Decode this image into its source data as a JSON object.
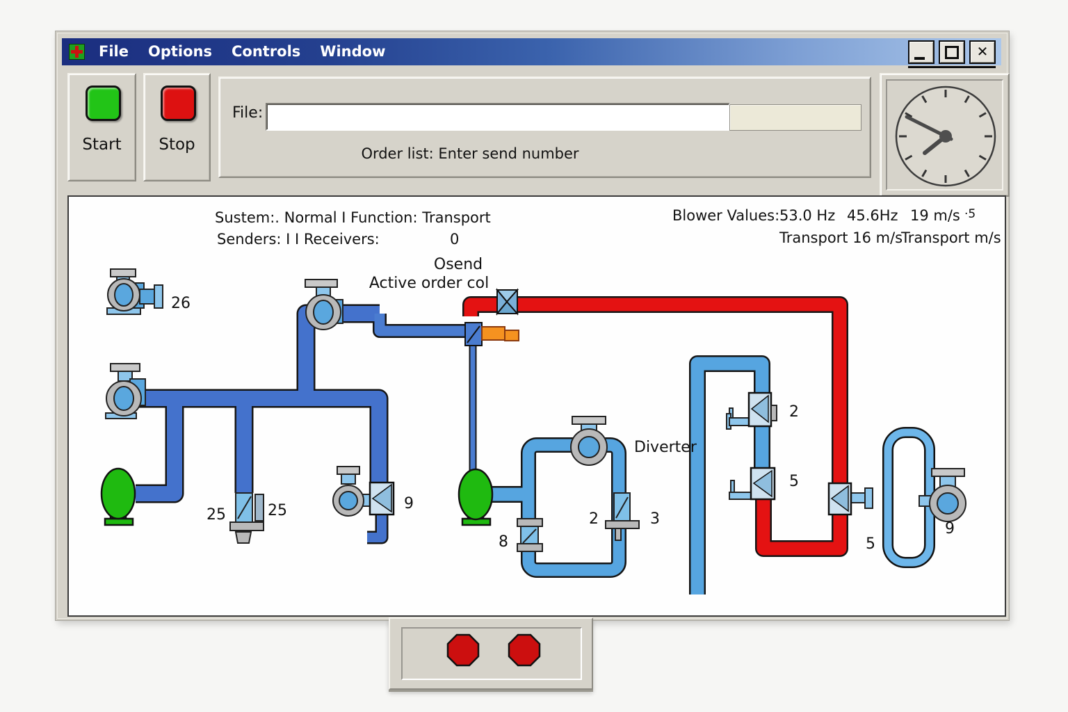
{
  "menu": {
    "items": [
      {
        "label": "File"
      },
      {
        "label": "Options"
      },
      {
        "label": "Controls"
      },
      {
        "label": "Window"
      }
    ]
  },
  "window_controls": {
    "minimize_icon": "minimize-icon",
    "maximize_icon": "maximize-icon",
    "close_icon": "close-icon",
    "close_glyph": "✕"
  },
  "toolbar": {
    "start": {
      "label": "Start"
    },
    "stop": {
      "label": "Stop"
    },
    "file": {
      "label": "File:",
      "value": ""
    },
    "order_hint": "Order list: Enter send number"
  },
  "status": {
    "system_line": "Sustem:. Normal I Function: Transport",
    "senders_line": "Senders:  I I Receivers:",
    "receivers_value": "0",
    "blower_label": "Blower Values:",
    "blower_freq1": "53.0 Hz",
    "blower_freq2": "45.6Hz",
    "blower_speed": "19 m/s",
    "blower_speed_extra": "·5̄",
    "transport_line1": "Transport 16 m/s",
    "transport_line2": "Transport m/s"
  },
  "diagram": {
    "labels": {
      "osend": "Osend",
      "active_order": "Active order col",
      "diverter": "Diverter",
      "blower_26": "26",
      "valve_25_left": "25",
      "valve_25_right": "25",
      "valve_9_left": "9",
      "valve_8": "8",
      "valve_2_loop": "2",
      "valve_3_loop": "3",
      "valve_2_right": "2",
      "valve_5_right": "5",
      "valve_5_red": "5",
      "blower_9_right": "9"
    },
    "colors": {
      "pipe_dark_blue": "#4472cc",
      "pipe_light_blue": "#56a5e0",
      "pipe_red": "#e41212",
      "pump_green": "#1fba10",
      "nozzle_orange": "#f59220",
      "start_button_green": "#22c417",
      "stop_button_red": "#dd1111",
      "indicator_red": "#cc0f0f"
    }
  }
}
